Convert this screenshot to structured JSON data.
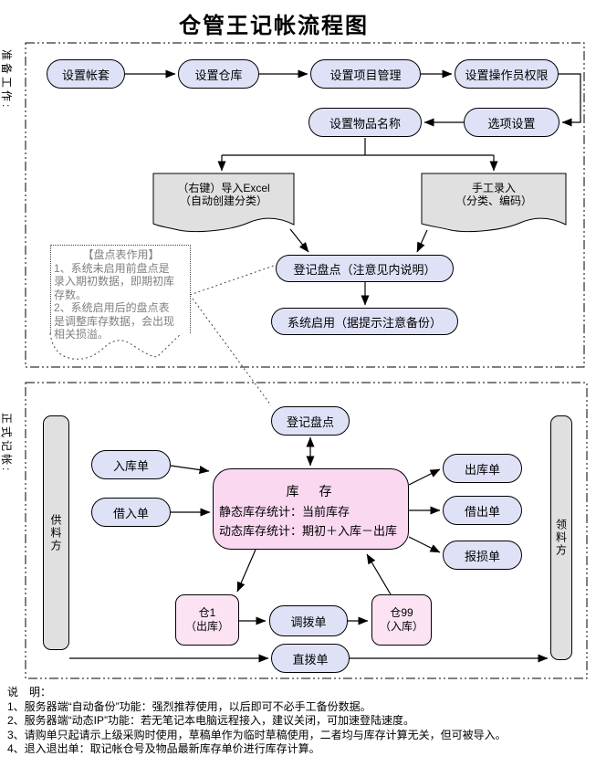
{
  "title": "仓管王记帐流程图",
  "prep": {
    "label": "准备工作:",
    "row1": [
      "设置帐套",
      "设置仓库",
      "设置项目管理",
      "设置操作员权限"
    ],
    "set_item_names": "设置物品名称",
    "options": "选项设置",
    "doc_excel": [
      "（右键）导入Excel",
      "（自动创建分类）"
    ],
    "doc_manual": [
      "手工录入",
      "（分类、编码）"
    ],
    "register": "登记盘点（注意见内说明）",
    "enable": "系统启用（据提示注意备份）",
    "note": {
      "title": "【盘点表作用】",
      "lines": [
        "1、系统未启用前盘点是",
        "录入期初数据，即期初库",
        "存数。",
        "2、系统启用后的盘点表",
        "是调整库存数据，会出现",
        "相关损溢。"
      ]
    }
  },
  "formal": {
    "label": "正式记帐:",
    "register": "登记盘点",
    "supplier": "供料方",
    "receiver": "领料方",
    "in_order": "入库单",
    "borrow_in": "借入单",
    "out_order": "出库单",
    "borrow_out": "借出单",
    "damage": "报损单",
    "stock": {
      "title": "库　存",
      "line1": "静态库存统计：当前库存",
      "line2": "动态库存统计：期初＋入库－出库"
    },
    "wh1": [
      "仓1",
      "（出库）"
    ],
    "transfer": "调拨单",
    "wh99": [
      "仓99",
      "（入库）"
    ],
    "direct": "直拨单"
  },
  "notes": {
    "heading": "说　明：",
    "items": [
      "1、服务器端“自动备份”功能：强烈推荐使用，以后即可不必手工备份数据。",
      "2、服务器端“动态IP”功能：若无笔记本电脑远程接入，建议关闭，可加速登陆速度。",
      "3、请购单只起请示上级采购时使用，草稿单作为临时草稿使用，二者均与库存计算无关，但可被导入。",
      "4、退入退出单：取记帐仓号及物品最新库存单价进行库存计算。"
    ]
  },
  "colors": {
    "node_fill": "#dfe2f7",
    "doc_fill": "#e0e0e0",
    "stock_fill": "#f9d8f0",
    "warehouse_fill": "#fbe3f4",
    "note_text": "#808080",
    "line": "#000000"
  }
}
